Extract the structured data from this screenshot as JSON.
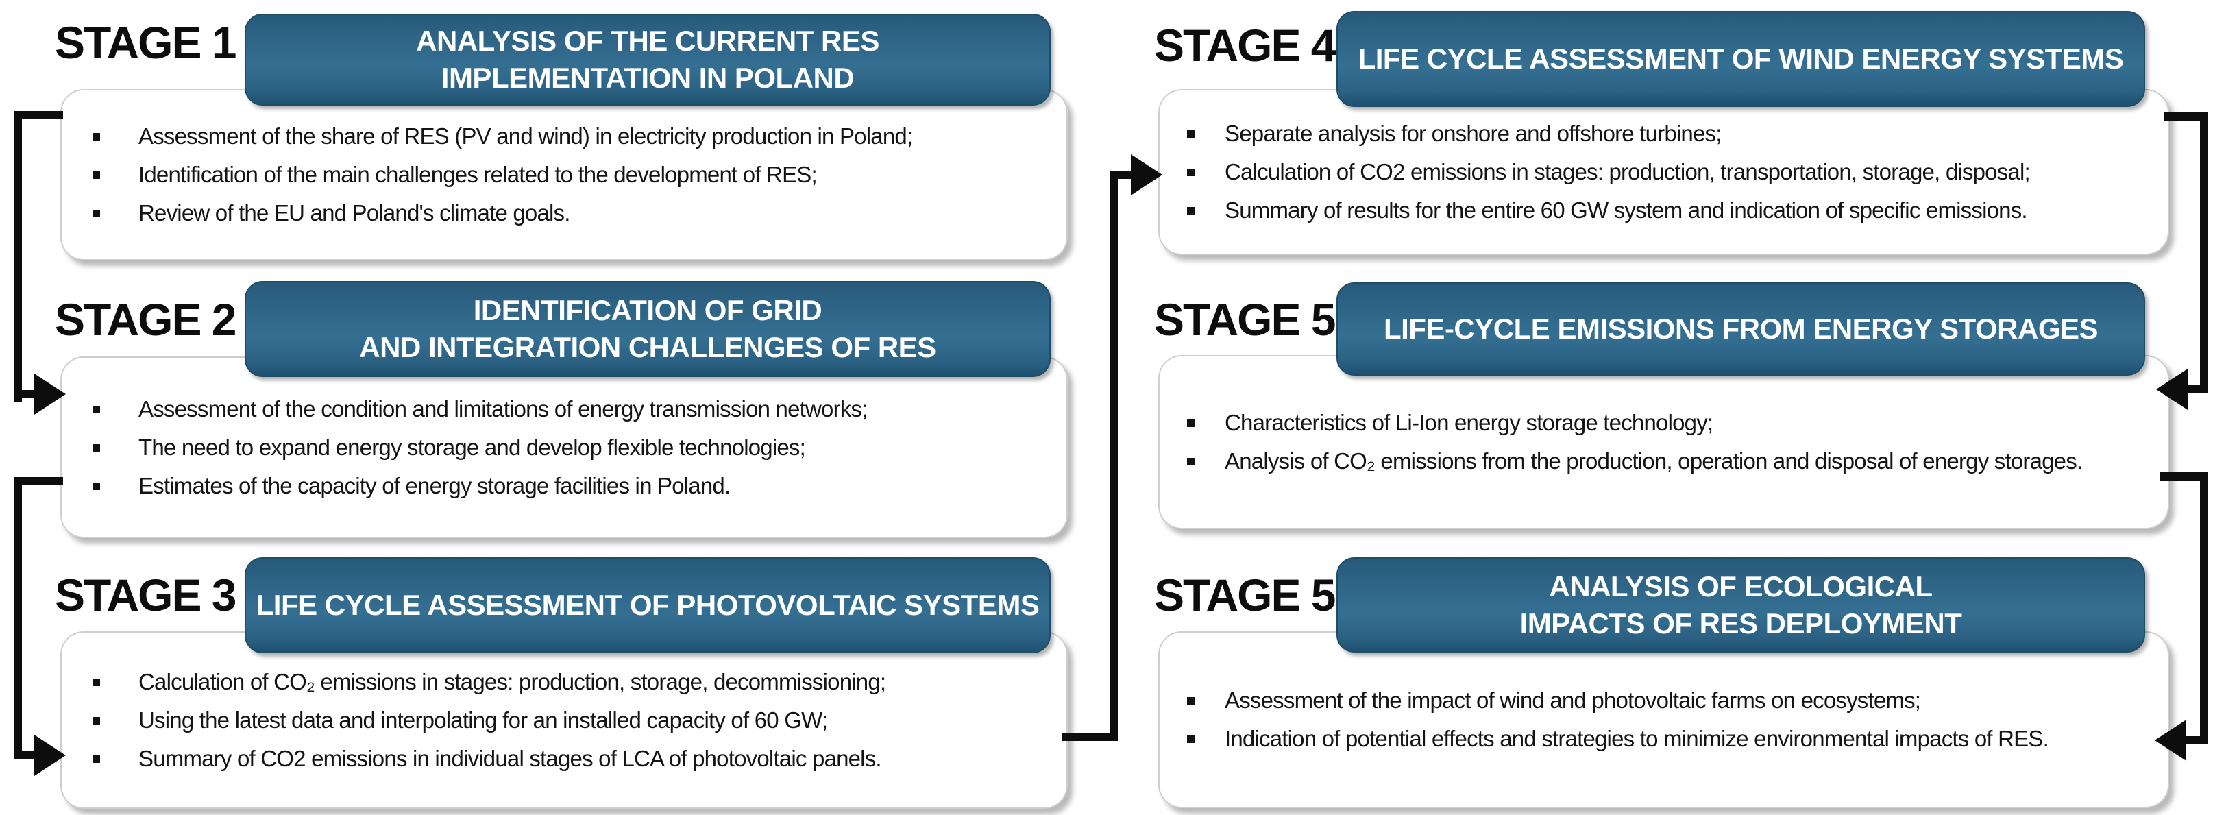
{
  "diagram": {
    "background_color": "#ffffff",
    "accent_color": "#2e6788",
    "header_text_color": "#ffffff",
    "connector_color": "#0d0d0d",
    "body_border_color": "#cfcfcf",
    "stages": [
      {
        "label": "STAGE 1",
        "title_lines": [
          "ANALYSIS OF THE CURRENT RES",
          "IMPLEMENTATION IN POLAND"
        ],
        "bullets": [
          "Assessment of the share of RES (PV and wind) in electricity production in Poland;",
          "Identification of the main challenges related to the development of RES;",
          "Review of the EU and Poland's climate goals."
        ]
      },
      {
        "label": "STAGE 2",
        "title_lines": [
          "IDENTIFICATION OF GRID",
          "AND INTEGRATION CHALLENGES OF RES"
        ],
        "bullets": [
          "Assessment of the condition and limitations of energy transmission networks;",
          "The need to expand energy storage and develop flexible technologies;",
          "Estimates of the capacity of energy storage facilities in Poland."
        ]
      },
      {
        "label": "STAGE 3",
        "title_lines": [
          "LIFE CYCLE ASSESSMENT OF PHOTOVOLTAIC SYSTEMS"
        ],
        "bullets": [
          "Calculation of CO₂ emissions in stages: production, storage, decommissioning;",
          "Using the latest data and interpolating for an installed capacity of 60 GW;",
          "Summary of CO2 emissions in individual stages of LCA of photovoltaic panels."
        ]
      },
      {
        "label": "STAGE 4",
        "title_lines": [
          "LIFE CYCLE ASSESSMENT OF WIND ENERGY SYSTEMS"
        ],
        "bullets": [
          "Separate analysis for onshore and offshore turbines;",
          "Calculation of CO2 emissions in stages: production, transportation, storage, disposal;",
          "Summary of results for the entire 60 GW system and indication of specific emissions."
        ]
      },
      {
        "label": "STAGE 5",
        "title_lines": [
          "LIFE-CYCLE EMISSIONS FROM ENERGY STORAGES"
        ],
        "bullets": [
          "Characteristics of Li-Ion energy storage technology;",
          "Analysis of CO₂ emissions from the production, operation and disposal of energy storages."
        ]
      },
      {
        "label": "STAGE 5",
        "title_lines": [
          "ANALYSIS OF ECOLOGICAL",
          "IMPACTS OF RES DEPLOYMENT"
        ],
        "bullets": [
          "Assessment of the impact of wind and photovoltaic farms on ecosystems;",
          "Indication of potential effects and strategies to minimize environmental impacts of RES."
        ]
      }
    ]
  }
}
